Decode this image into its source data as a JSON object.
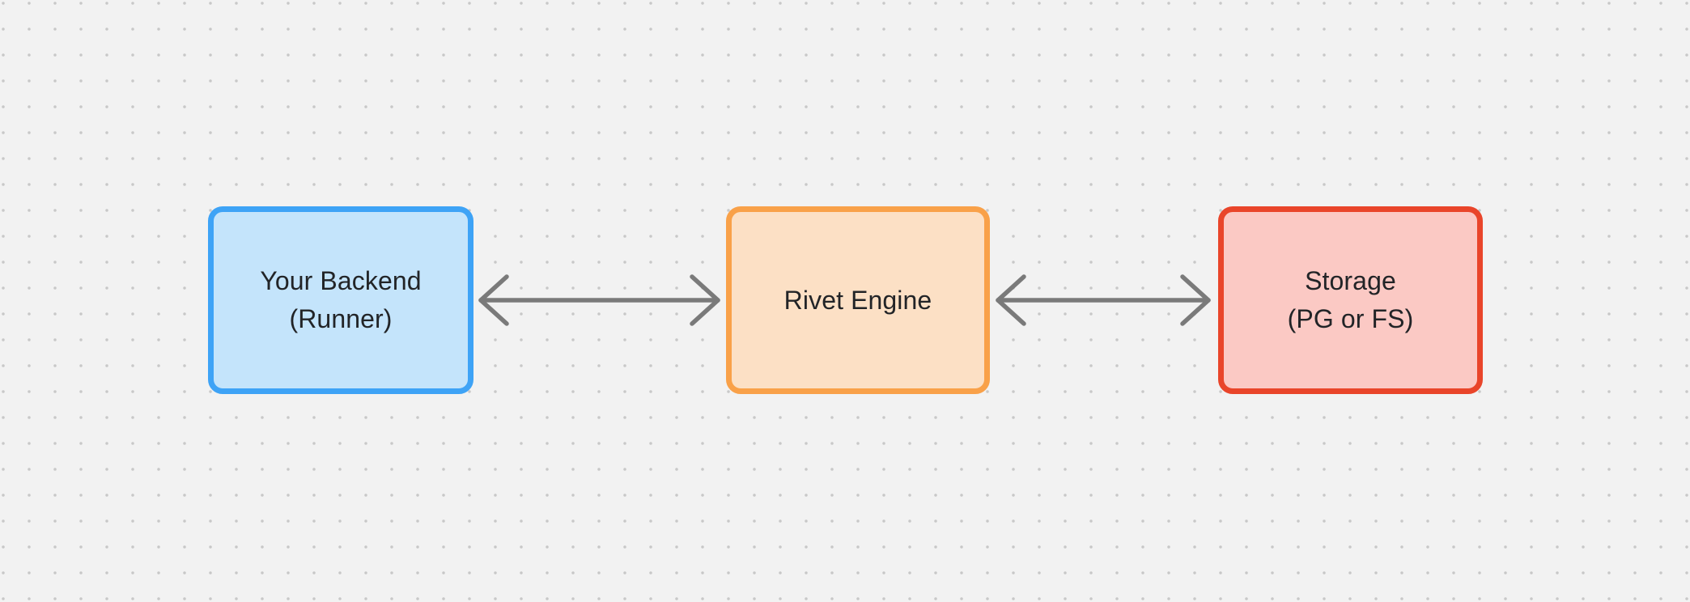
{
  "canvas": {
    "background_color": "#F2F2F2",
    "dot_grid_color": "#C8C8C8",
    "arrow_color": "#7A7A7A",
    "text_color": "#222427"
  },
  "nodes": [
    {
      "id": "your-backend",
      "line1": "Your Backend",
      "line2": "(Runner)",
      "border_color": "#3EA3F6",
      "fill_color": "#C4E4FB"
    },
    {
      "id": "rivet-engine",
      "line1": "Rivet Engine",
      "line2": "",
      "border_color": "#F9A149",
      "fill_color": "#FCE0C5"
    },
    {
      "id": "storage",
      "line1": "Storage",
      "line2": "(PG or FS)",
      "border_color": "#E9452A",
      "fill_color": "#FBC9C4"
    }
  ],
  "connections": [
    {
      "from": "your-backend",
      "to": "rivet-engine",
      "type": "bidirectional-arrow"
    },
    {
      "from": "rivet-engine",
      "to": "storage",
      "type": "bidirectional-arrow"
    }
  ]
}
